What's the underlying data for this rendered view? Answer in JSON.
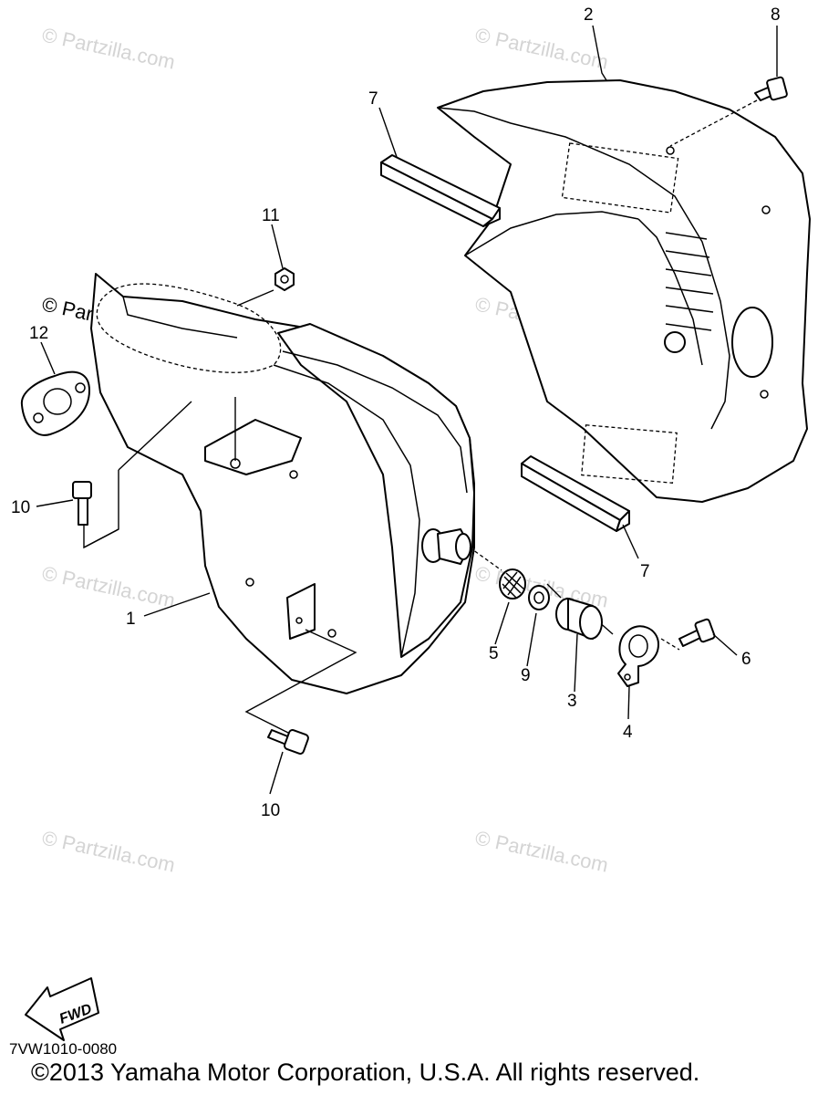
{
  "callouts": {
    "c1": "1",
    "c2": "2",
    "c3": "3",
    "c4": "4",
    "c5": "5",
    "c6": "6",
    "c7a": "7",
    "c7b": "7",
    "c8": "8",
    "c9": "9",
    "c10a": "10",
    "c10b": "10",
    "c11": "11",
    "c12": "12"
  },
  "watermark": "© Partzilla.com",
  "fwd_label": "FWD",
  "diagram_code": "7VW1010-0080",
  "copyright": "©2013 Yamaha Motor Corporation, U.S.A. All rights reserved."
}
